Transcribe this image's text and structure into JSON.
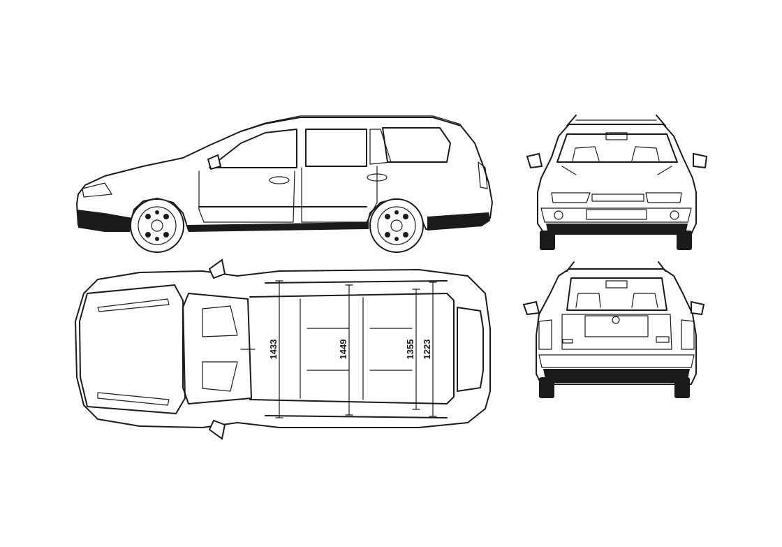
{
  "views": {
    "side": "side-view",
    "front": "front-view",
    "top": "top-view",
    "rear": "rear-view"
  },
  "dimensions": [
    {
      "id": "dim-1",
      "label": "1433"
    },
    {
      "id": "dim-2",
      "label": "1449"
    },
    {
      "id": "dim-3",
      "label": "1355"
    },
    {
      "id": "dim-4",
      "label": "1223"
    }
  ],
  "colors": {
    "line": "#1a1a1a",
    "background": "#ffffff"
  }
}
